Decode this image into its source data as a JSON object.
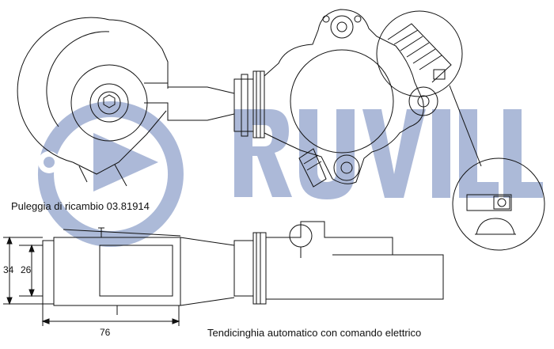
{
  "watermark": {
    "brand": "RUVILLE",
    "color": "#a8b6d6"
  },
  "captions": {
    "spare_pulley": "Puleggia di ricambio 03.81914",
    "product": "Tendicinghia automatico con comando elettrico"
  },
  "dimensions": {
    "outer_height": "34",
    "inner_height": "26",
    "width": "76"
  },
  "colors": {
    "line": "#111111",
    "watermark": "#a8b6d6"
  }
}
